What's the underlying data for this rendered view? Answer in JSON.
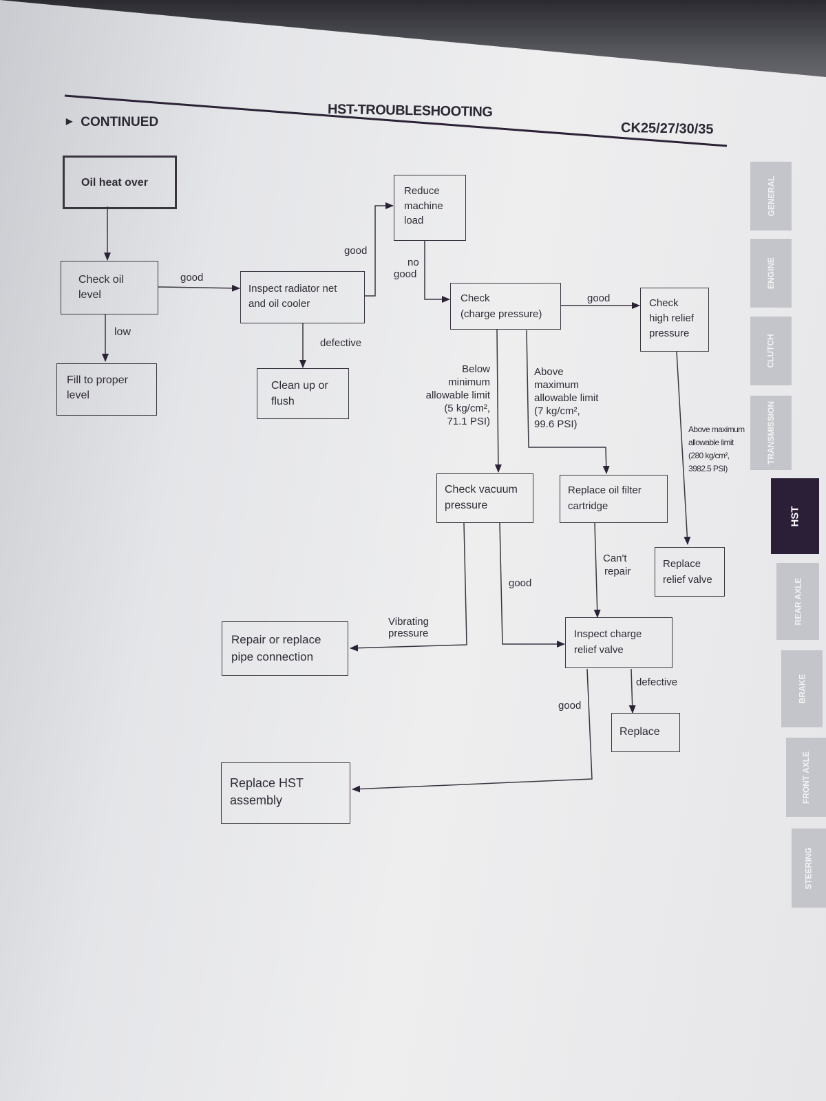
{
  "header": {
    "continued": "CONTINUED",
    "title": "HST-TROUBLESHOOTING",
    "model": "CK25/27/30/35"
  },
  "nodes": {
    "oil_heat_over": "Oil heat over",
    "check_oil_level": [
      "Check oil",
      "level"
    ],
    "fill_proper_level": [
      "Fill to proper",
      "level"
    ],
    "inspect_radiator": [
      "Inspect radiator net",
      "and oil cooler"
    ],
    "clean_up": [
      "Clean up or",
      "flush"
    ],
    "reduce_load": [
      "Reduce",
      "machine",
      "load"
    ],
    "check_charge": [
      "Check",
      "(charge pressure)"
    ],
    "check_high_relief": [
      "Check",
      "high relief",
      "pressure"
    ],
    "check_vacuum": [
      "Check vacuum",
      "pressure"
    ],
    "replace_filter": [
      "Replace oil filter",
      "cartridge"
    ],
    "replace_relief": [
      "Replace",
      "relief valve"
    ],
    "repair_pipe": [
      "Repair or replace",
      "pipe connection"
    ],
    "inspect_charge_relief": [
      "Inspect charge",
      "relief valve"
    ],
    "replace": "Replace",
    "replace_hst": [
      "Replace HST",
      "assembly"
    ]
  },
  "edge_labels": {
    "good_1": "good",
    "low": "low",
    "good_2": "good",
    "defective_1": "defective",
    "no_good": [
      "no",
      "good"
    ],
    "good_3": "good",
    "below_min": [
      "Below",
      "minimum",
      "allowable limit",
      "(5  kg/cm², ",
      "71.1 PSI)"
    ],
    "above_max": [
      "Above",
      "maximum",
      "allowable limit",
      "(7  kg/cm², ",
      "99.6 PSI)"
    ],
    "above_max_relief": [
      "Above maximum",
      "allowable limit",
      "(280 kg/cm², ",
      "3982.5 PSI)"
    ],
    "cant_repair": [
      "Can't",
      "repair"
    ],
    "good_4": "good",
    "vibrating": [
      "Vibrating",
      "pressure"
    ],
    "defective_2": "defective",
    "good_5": "good"
  },
  "side_tabs": [
    "GENERAL",
    "ENGINE",
    "CLUTCH",
    "TRANSMISSION",
    "HST",
    "REAR AXLE",
    "BRAKE",
    "FRONT AXLE",
    "STEERING"
  ],
  "active_tab": "HST"
}
